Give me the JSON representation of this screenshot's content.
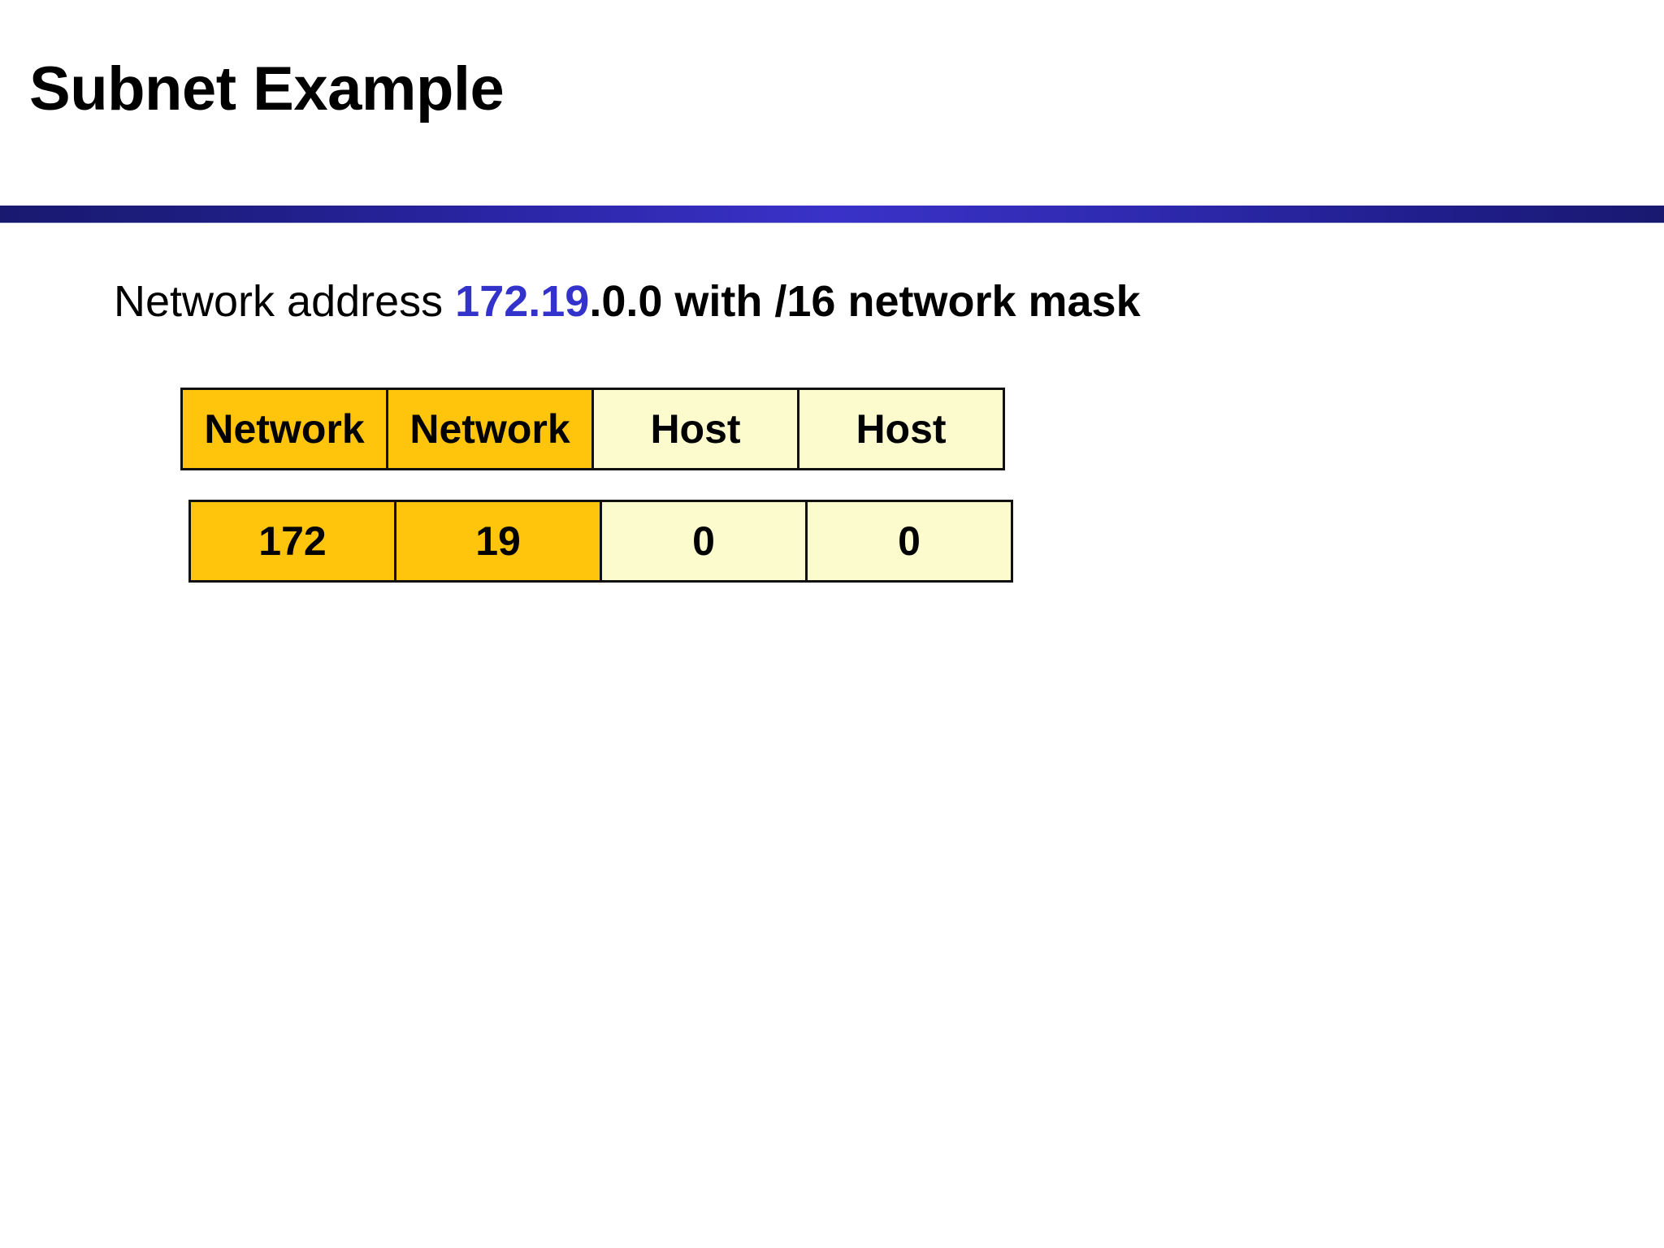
{
  "slide": {
    "title": "Subnet Example"
  },
  "divider": {
    "color_dark": "#191970",
    "color_bright": "#3a32c8"
  },
  "body": {
    "address_line": {
      "prefix": "Network address ",
      "highlight": "172.19",
      "suffix": ".0.0 with /16 network mask",
      "highlight_color": "#3333cc"
    }
  },
  "octet_table": {
    "header": {
      "cells": [
        {
          "label": "Network",
          "kind": "network"
        },
        {
          "label": "Network",
          "kind": "network"
        },
        {
          "label": "Host",
          "kind": "host"
        },
        {
          "label": "Host",
          "kind": "host"
        }
      ]
    },
    "values": {
      "cells": [
        {
          "label": "172",
          "kind": "network"
        },
        {
          "label": "19",
          "kind": "network"
        },
        {
          "label": "0",
          "kind": "host"
        },
        {
          "label": "0",
          "kind": "host"
        }
      ]
    },
    "colors": {
      "network_fill": "#FFC40C",
      "host_fill": "#FBFBCE",
      "border": "#111111"
    }
  }
}
